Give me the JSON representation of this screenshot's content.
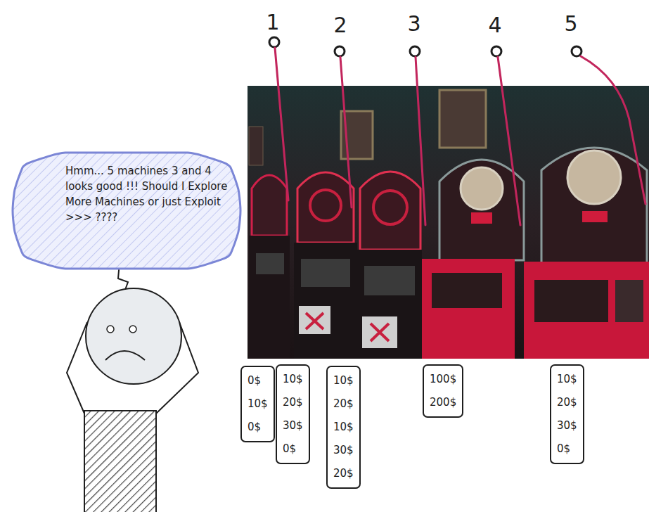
{
  "diagram": {
    "nodes": [
      {
        "text": [
          "Hmm... 5 machines 3 and 4 looks good !!! Should I Explore More Machines or just Exploit >>> ????"
        ]
      },
      {
        "text": [
          "0$",
          "10$",
          "0$"
        ]
      },
      {
        "text": [
          "10$",
          "20$",
          "30$",
          "0$"
        ]
      },
      {
        "text": [
          "10$",
          "20$",
          "10$",
          "30$",
          "20$"
        ]
      },
      {
        "text": [
          "100$",
          "200$"
        ]
      },
      {
        "text": [
          "10$",
          "20$",
          "30$",
          "0$"
        ]
      }
    ],
    "labels": [
      "1",
      "2",
      "3",
      "4",
      "5"
    ]
  }
}
